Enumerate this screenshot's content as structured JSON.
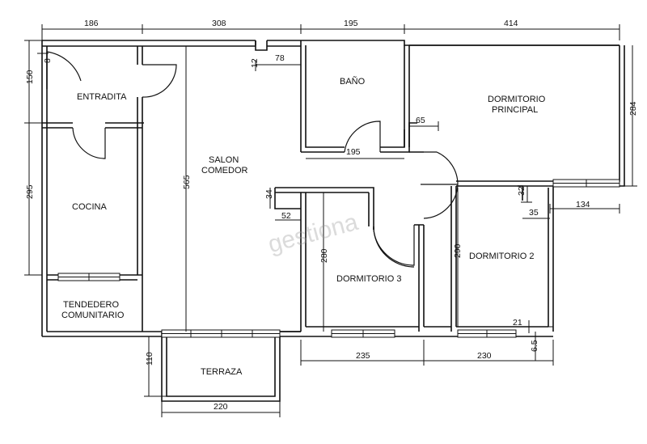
{
  "rooms": {
    "entradita": "ENTRADITA",
    "bano": "BAÑO",
    "dormitorio_principal": [
      "DORMITORIO",
      "PRINCIPAL"
    ],
    "salon_comedor": [
      "SALON",
      "COMEDOR"
    ],
    "cocina": "COCINA",
    "dormitorio_2": "DORMITORIO 2",
    "dormitorio_3": "DORMITORIO 3",
    "tendedero": [
      "TENDEDERO",
      "COMUNITARIO"
    ],
    "terraza": "TERRAZA"
  },
  "dimensions": {
    "top_186": "186",
    "top_308": "308",
    "top_195": "195",
    "top_414": "414",
    "left_150": "150",
    "left_295": "295",
    "left_8": "8",
    "salon_565": "565",
    "d12": "12",
    "d78": "78",
    "bano_195": "195",
    "d65": "65",
    "right_284": "284",
    "d32": "32",
    "d35": "35",
    "d134": "134",
    "d34": "34",
    "d52": "52",
    "dorm3_280": "280",
    "dorm2_290": "290",
    "d21": "21",
    "d6_5": "6.5",
    "bottom_235": "235",
    "bottom_230": "230",
    "terraza_110": "110",
    "terraza_220": "220"
  },
  "watermark": "gestiona"
}
